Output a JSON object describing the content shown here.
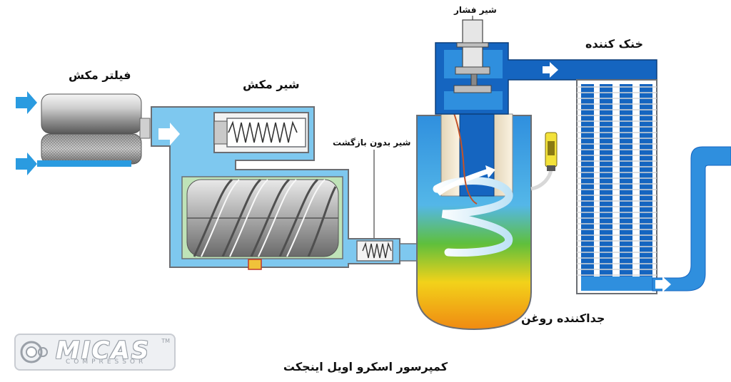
{
  "labels": {
    "suction_filter": "فیلتر مکش",
    "suction_valve": "شیر مکش",
    "check_valve": "شیر بدون بازگشت",
    "pressure_valve": "شیر فشار",
    "cooler": "خنک کننده",
    "oil_separator": "جداکننده روغن"
  },
  "footer": {
    "title": "کمپرسور اسکرو اویل اینجکت"
  },
  "logo": {
    "name": "MICAS",
    "tm": "TM",
    "sub": "COMPRESSOR"
  },
  "colors": {
    "pipe_light": "#7ec8ef",
    "pipe_dark": "#1565c0",
    "pipe_mid": "#2f8fde",
    "oil_green": "#5fbf3c",
    "oil_yellow": "#f2d21a",
    "oil_orange": "#f08a12",
    "flow_arrow": "#2a9be0",
    "outline": "#6b6e73"
  }
}
